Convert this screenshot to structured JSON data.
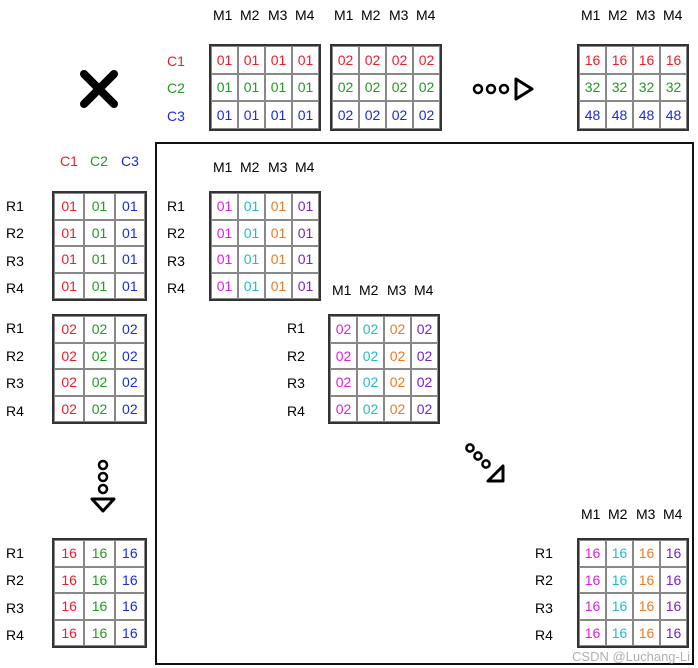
{
  "colors": {
    "red": "#e8202a",
    "green": "#229922",
    "blue": "#1a2bd8",
    "magenta": "#e020e0",
    "cyan": "#22bcc8",
    "orange": "#ee7a22",
    "purple": "#7a22cc"
  },
  "top": {
    "multiply_icon": "multiply-x-icon",
    "arrow_icon": "dots-arrow-right-icon",
    "col_labels": [
      "M1",
      "M2",
      "M3",
      "M4"
    ],
    "row_labels": [
      "C1",
      "C2",
      "C3"
    ],
    "grid1": [
      [
        "01",
        "01",
        "01",
        "01"
      ],
      [
        "01",
        "01",
        "01",
        "01"
      ],
      [
        "01",
        "01",
        "01",
        "01"
      ]
    ],
    "grid2": [
      [
        "02",
        "02",
        "02",
        "02"
      ],
      [
        "02",
        "02",
        "02",
        "02"
      ],
      [
        "02",
        "02",
        "02",
        "02"
      ]
    ],
    "result": [
      [
        "16",
        "16",
        "16",
        "16"
      ],
      [
        "32",
        "32",
        "32",
        "32"
      ],
      [
        "48",
        "48",
        "48",
        "48"
      ]
    ]
  },
  "left": {
    "col_labels": [
      "C1",
      "C2",
      "C3"
    ],
    "row_labels": [
      "R1",
      "R2",
      "R3",
      "R4"
    ],
    "grid1": [
      [
        "01",
        "01",
        "01"
      ],
      [
        "01",
        "01",
        "01"
      ],
      [
        "01",
        "01",
        "01"
      ],
      [
        "01",
        "01",
        "01"
      ]
    ],
    "grid2": [
      [
        "02",
        "02",
        "02"
      ],
      [
        "02",
        "02",
        "02"
      ],
      [
        "02",
        "02",
        "02"
      ],
      [
        "02",
        "02",
        "02"
      ]
    ],
    "arrow_icon": "dots-arrow-down-icon",
    "result": [
      [
        "16",
        "16",
        "16"
      ],
      [
        "16",
        "16",
        "16"
      ],
      [
        "16",
        "16",
        "16"
      ],
      [
        "16",
        "16",
        "16"
      ]
    ]
  },
  "diag": {
    "col_labels": [
      "M1",
      "M2",
      "M3",
      "M4"
    ],
    "row_labels": [
      "R1",
      "R2",
      "R3",
      "R4"
    ],
    "grid1": [
      [
        "01",
        "01",
        "01",
        "01"
      ],
      [
        "01",
        "01",
        "01",
        "01"
      ],
      [
        "01",
        "01",
        "01",
        "01"
      ],
      [
        "01",
        "01",
        "01",
        "01"
      ]
    ],
    "grid2": [
      [
        "02",
        "02",
        "02",
        "02"
      ],
      [
        "02",
        "02",
        "02",
        "02"
      ],
      [
        "02",
        "02",
        "02",
        "02"
      ],
      [
        "02",
        "02",
        "02",
        "02"
      ]
    ],
    "arrow_icon": "dots-arrow-diagonal-icon",
    "result": [
      [
        "16",
        "16",
        "16",
        "16"
      ],
      [
        "16",
        "16",
        "16",
        "16"
      ],
      [
        "16",
        "16",
        "16",
        "16"
      ],
      [
        "16",
        "16",
        "16",
        "16"
      ]
    ]
  },
  "watermark": "CSDN @Luchang-Li"
}
